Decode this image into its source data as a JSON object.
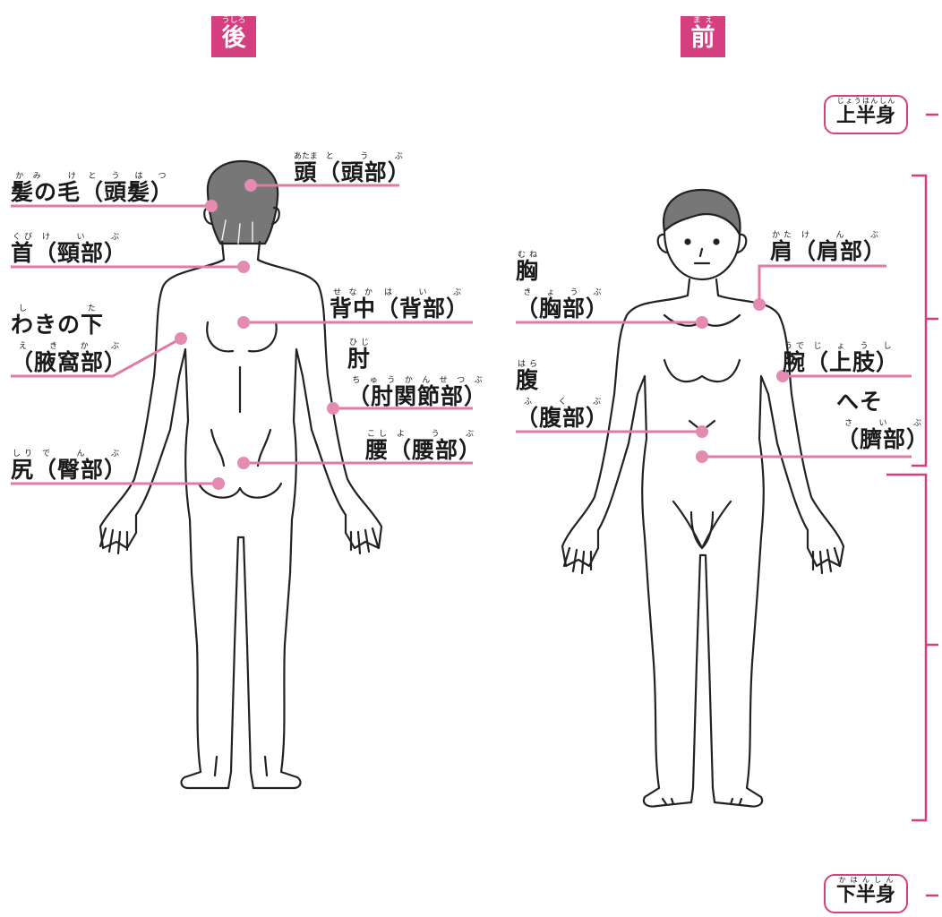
{
  "headers": {
    "back": {
      "kanji": "後",
      "reading": "うしろ"
    },
    "front": {
      "kanji": "前",
      "reading": "まえ"
    }
  },
  "section_labels": {
    "upper": {
      "kanji": "上半身",
      "reading": "じょうはんしん"
    },
    "lower": {
      "kanji": "下半身",
      "reading": "かはんしん"
    }
  },
  "back_labels": {
    "head": {
      "part1": "頭",
      "r1": "あたま",
      "part2": "（頭部）",
      "r2": "とうぶ"
    },
    "hair": {
      "part1": "髪の毛",
      "r1": "かみ　け",
      "part2": "（頭髪）",
      "r2": "とうはつ"
    },
    "neck": {
      "part1": "首",
      "r1": "くび",
      "part2": "（頸部）",
      "r2": "けいぶ"
    },
    "back": {
      "part1": "背中",
      "r1": "せなか",
      "part2": "（背部）",
      "r2": "はいぶ"
    },
    "armpit": {
      "part1": "わきの下",
      "r1": "した",
      "part2": "（腋窩部）",
      "r2": "えきかぶ"
    },
    "elbow": {
      "part1": "肘",
      "r1": "ひじ",
      "part2": "（肘関節部）",
      "r2": "ちゅうかんせつぶ"
    },
    "waist": {
      "part1": "腰",
      "r1": "こし",
      "part2": "（腰部）",
      "r2": "ようぶ"
    },
    "buttocks": {
      "part1": "尻",
      "r1": "しり",
      "part2": "（臀部）",
      "r2": "でんぶ"
    }
  },
  "front_labels": {
    "chest": {
      "part1": "胸",
      "r1": "むね",
      "part2": "（胸部）",
      "r2": "きょうぶ"
    },
    "shoulder": {
      "part1": "肩",
      "r1": "かた",
      "part2": "（肩部）",
      "r2": "けんぶ"
    },
    "arm": {
      "part1": "腕",
      "r1": "うで",
      "part2": "（上肢）",
      "r2": "じょうし"
    },
    "belly": {
      "part1": "腹",
      "r1": "はら",
      "part2": "（腹部）",
      "r2": "ふくぶ"
    },
    "navel": {
      "part1": "へそ",
      "r1": "",
      "part2": "（臍部）",
      "r2": "さいぶ"
    }
  },
  "colors": {
    "accent": "#d63f7f",
    "line": "#e07aa6",
    "dot": "#e48bb2",
    "hair": "#707070"
  }
}
